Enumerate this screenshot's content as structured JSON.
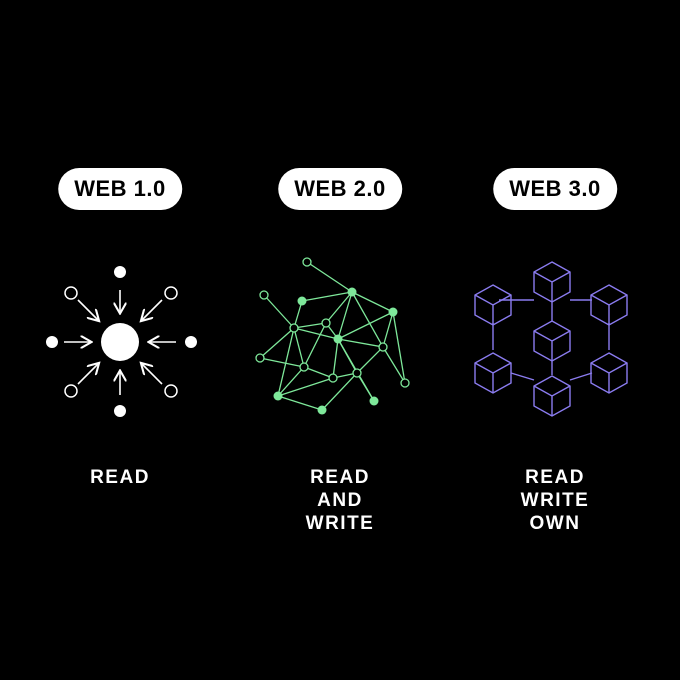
{
  "columns": [
    {
      "title": "WEB 1.0",
      "caption_lines": [
        "",
        "READ",
        ""
      ],
      "diagram": "hub-and-spoke",
      "color": "#ffffff"
    },
    {
      "title": "WEB 2.0",
      "caption_lines": [
        "READ",
        "AND",
        "WRITE"
      ],
      "diagram": "mesh-network",
      "color": "#7ee89a"
    },
    {
      "title": "WEB 3.0",
      "caption_lines": [
        "READ",
        "WRITE",
        "OWN"
      ],
      "diagram": "blockchain-cubes",
      "color": "#8b7cf0"
    }
  ]
}
